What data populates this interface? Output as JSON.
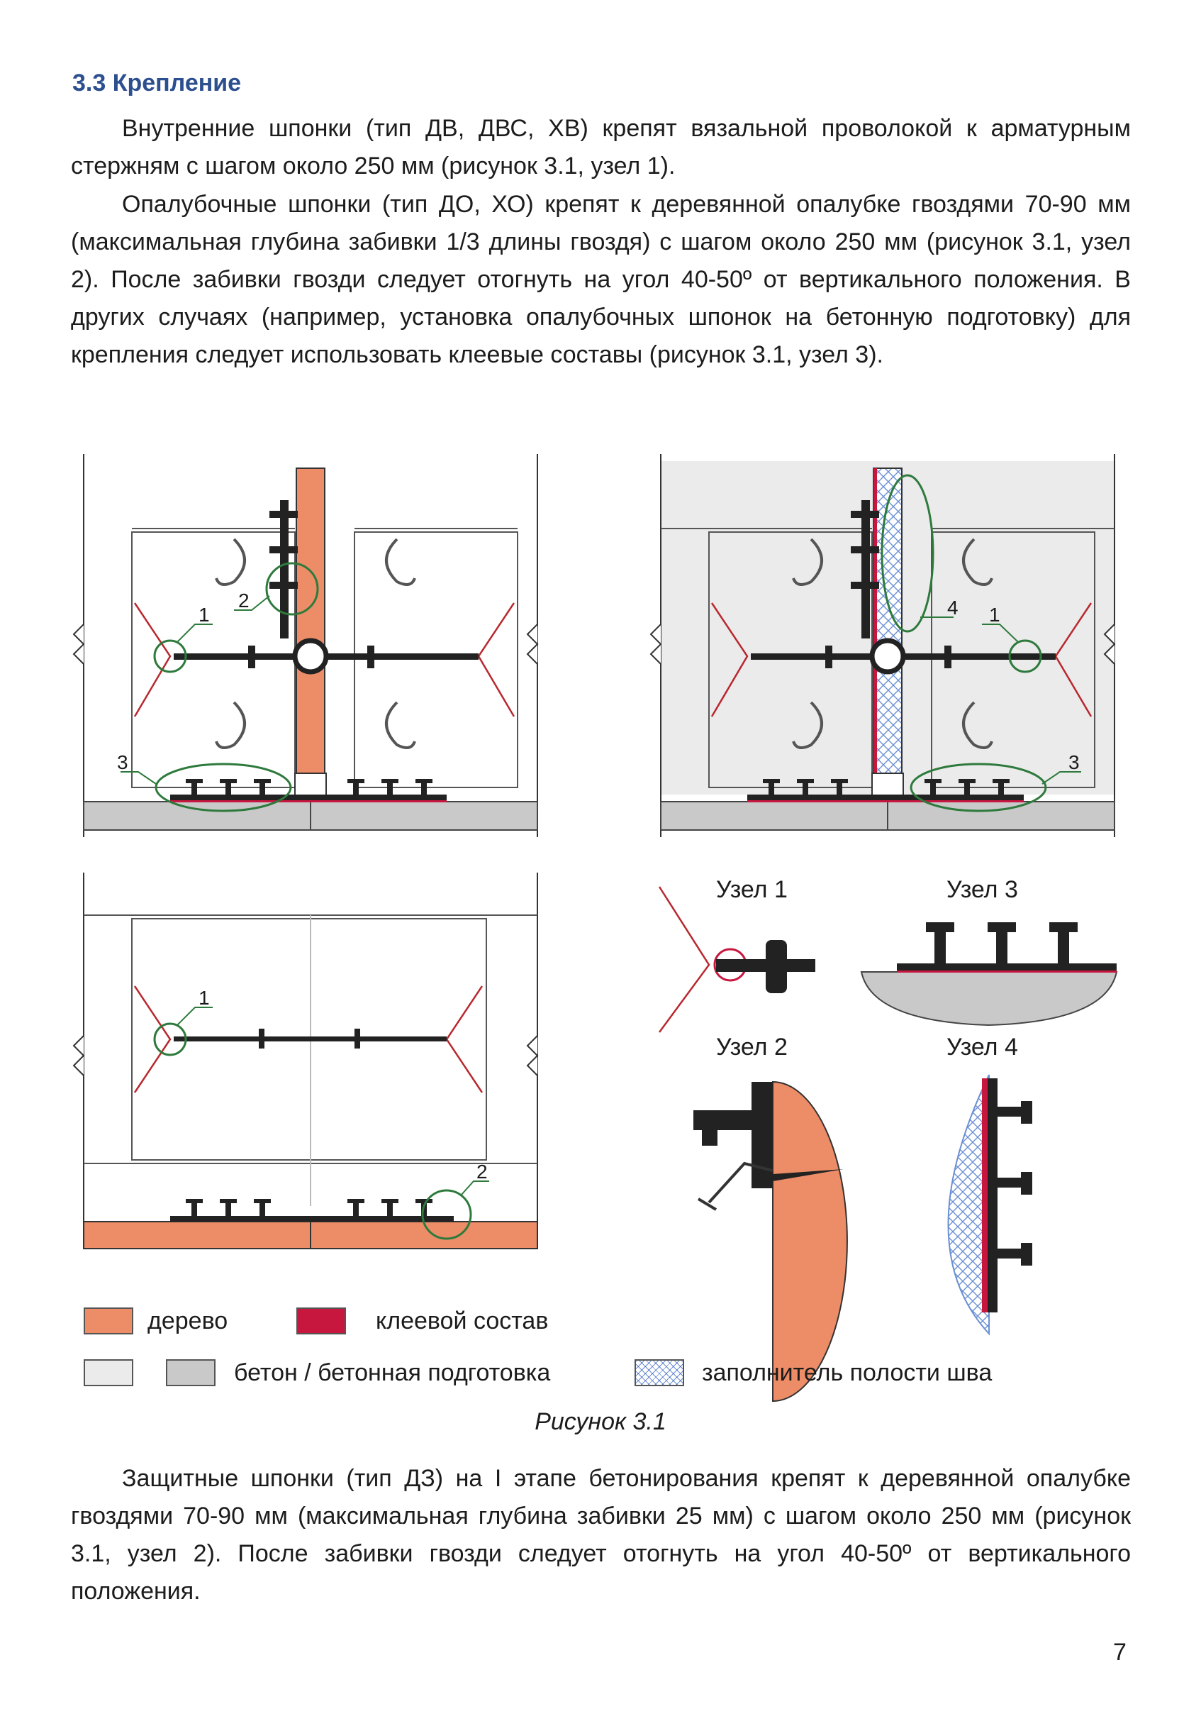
{
  "section": {
    "heading": "3.3 Крепление"
  },
  "paragraphs": [
    "Внутренние шпонки (тип ДВ, ДВС, ХВ) крепят вязальной проволокой к арматурным стержням с шагом около 250 мм (рисунок 3.1, узел 1).",
    "Опалубочные шпонки (тип ДО, ХО) крепят к деревянной опалубке гвоздями 70-90 мм (максимальная глубина забивки 1/3 длины гвоздя) с шагом около 250 мм (рисунок 3.1, узел 2). После забивки гвозди следует отогнуть на угол 40-50º от вертикального положения. В других случаях (например, установка опалубочных шпонок на бетонную подготовку) для крепления следует использовать клеевые составы (рисунок 3.1, узел 3).",
    "Защитные шпонки (тип ДЗ) на I этапе бетонирования крепят к деревянной опалубке гвоздями 70-90 мм (максимальная глубина забивки 25 мм) с шагом около 250 мм (рисунок 3.1, узел 2). После забивки гвозди следует отогнуть на угол 40-50º от вертикального положения."
  ],
  "figure": {
    "callouts": {
      "n1": "1",
      "n2": "2",
      "n3": "3",
      "n4": "4"
    },
    "nodes": {
      "node1": "Узел 1",
      "node2": "Узел 2",
      "node3": "Узел 3",
      "node4": "Узел 4"
    },
    "legend": {
      "wood": "дерево",
      "glue": "клеевой состав",
      "concrete": "бетон / бетонная подготовка",
      "filler": "заполнитель полости шва"
    },
    "caption": "Рисунок 3.1",
    "colors": {
      "wood": "#ec8d67",
      "glue": "#c8173f",
      "concrete_light": "#ebebeb",
      "concrete_dark": "#c9c9c9",
      "filler_hatch": "#6a8fd4",
      "callout_ring": "#2e7a3c",
      "wire": "#b8282e"
    }
  },
  "page_number": "7"
}
